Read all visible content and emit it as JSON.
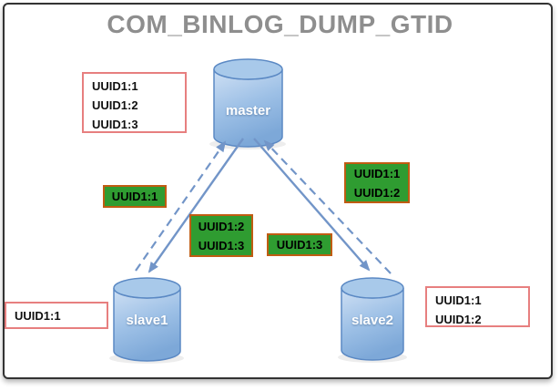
{
  "title": "COM_BINLOG_DUMP_GTID",
  "colors": {
    "title_text": "#8e8e8e",
    "cylinder_fill_light": "#cfe0f4",
    "cylinder_fill_dark": "#7da8d8",
    "cylinder_stroke": "#5b89c4",
    "arrow": "#7295c8",
    "green_box_bg": "#2f9c31",
    "green_box_border": "#c05c12",
    "white_box_border": "#e77f7f",
    "frame_border": "#333333"
  },
  "nodes": {
    "master": {
      "label": "master"
    },
    "slave1": {
      "label": "slave1"
    },
    "slave2": {
      "label": "slave2"
    }
  },
  "gtid_sets": {
    "master": {
      "lines": [
        "UUID1:1",
        "UUID1:2",
        "UUID1:3"
      ]
    },
    "slave1": {
      "lines": [
        "UUID1:1"
      ]
    },
    "slave2": {
      "lines": [
        "UUID1:1",
        "UUID1:2"
      ]
    }
  },
  "messages": {
    "slave1_request": {
      "lines": [
        "UUID1:1"
      ]
    },
    "master_to_slave1": {
      "lines": [
        "UUID1:2",
        "UUID1:3"
      ]
    },
    "master_to_slave2": {
      "lines": [
        "UUID1:3"
      ]
    },
    "slave2_request": {
      "lines": [
        "UUID1:1",
        "UUID1:2"
      ]
    }
  }
}
